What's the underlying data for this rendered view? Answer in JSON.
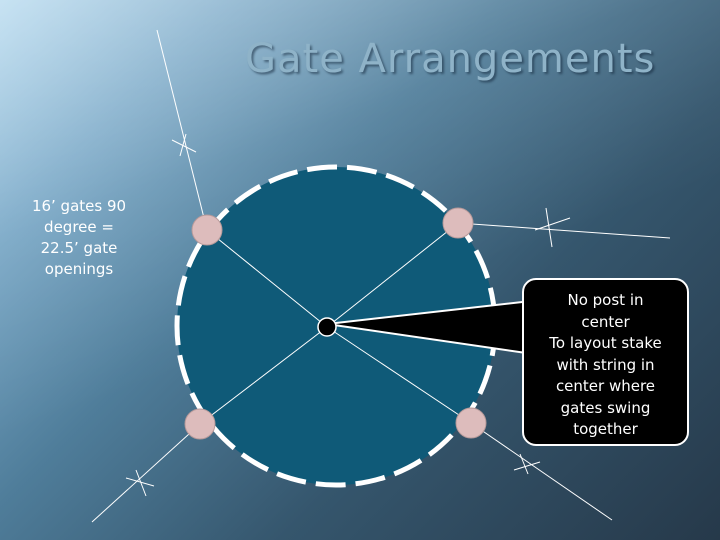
{
  "slide": {
    "title": "Gate Arrangements",
    "left_note_lines": [
      "16’ gates 90",
      "degree =",
      "22.5’ gate",
      "openings"
    ],
    "callout_lines": [
      "No post in",
      "center",
      "To layout stake",
      "with string in",
      "center where",
      "gates swing",
      "together"
    ]
  },
  "colors": {
    "pen_fill": "#0f5a78",
    "gate_dash": "#ffffff",
    "post_fill": "#ddbcbc",
    "center_stake": "#000000",
    "callout_bg": "#000000",
    "line": "#ffffff"
  }
}
